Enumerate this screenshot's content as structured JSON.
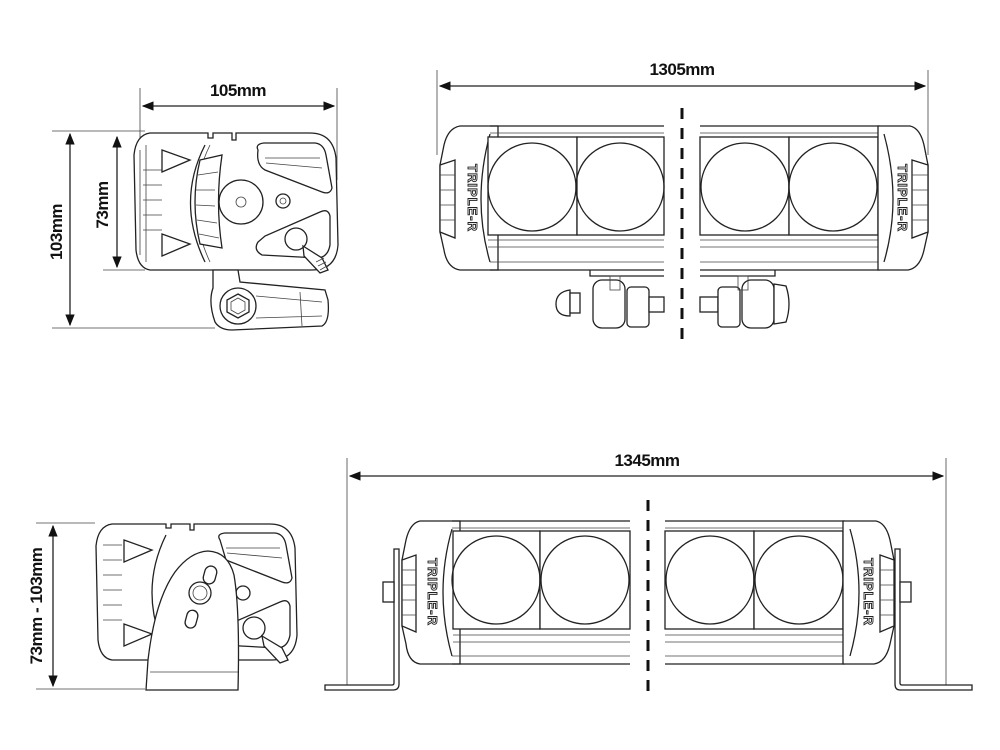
{
  "drawing": {
    "subject": "LED light bar dimension drawing",
    "brand_mark": "TRIPLE-R",
    "line_color": "#222222",
    "background": "#ffffff"
  },
  "top_side_view": {
    "width_label": "105mm",
    "overall_height_label": "103mm",
    "body_height_label": "73mm"
  },
  "top_front_view": {
    "length_label": "1305mm",
    "lens_count": 4
  },
  "bottom_side_view": {
    "height_range_label": "73mm - 103mm"
  },
  "bottom_front_view": {
    "length_label": "1345mm",
    "lens_count": 4
  }
}
